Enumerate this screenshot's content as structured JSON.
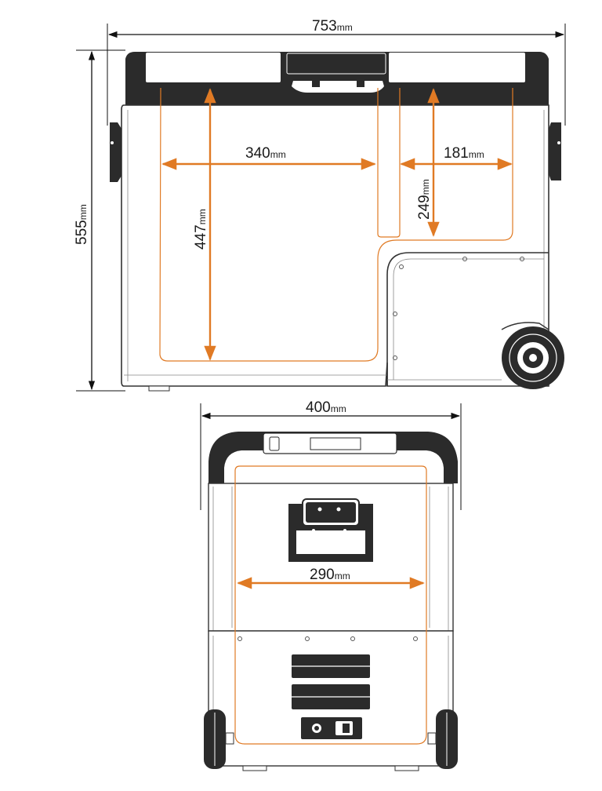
{
  "side_view": {
    "overall_width": {
      "value": "753",
      "unit": "mm"
    },
    "overall_height": {
      "value": "555",
      "unit": "mm"
    },
    "inner_length_large": {
      "value": "340",
      "unit": "mm"
    },
    "inner_depth_large": {
      "value": "447",
      "unit": "mm"
    },
    "inner_length_small": {
      "value": "181",
      "unit": "mm"
    },
    "inner_depth_small": {
      "value": "249",
      "unit": "mm"
    }
  },
  "front_view": {
    "overall_width": {
      "value": "400",
      "unit": "mm"
    },
    "inner_width": {
      "value": "290",
      "unit": "mm"
    }
  },
  "colors": {
    "dimension_arrow": "#E07A24",
    "inner_outline": "#E07A24",
    "lid_dark": "#2b2b2b",
    "dimension_line": "#111111"
  }
}
